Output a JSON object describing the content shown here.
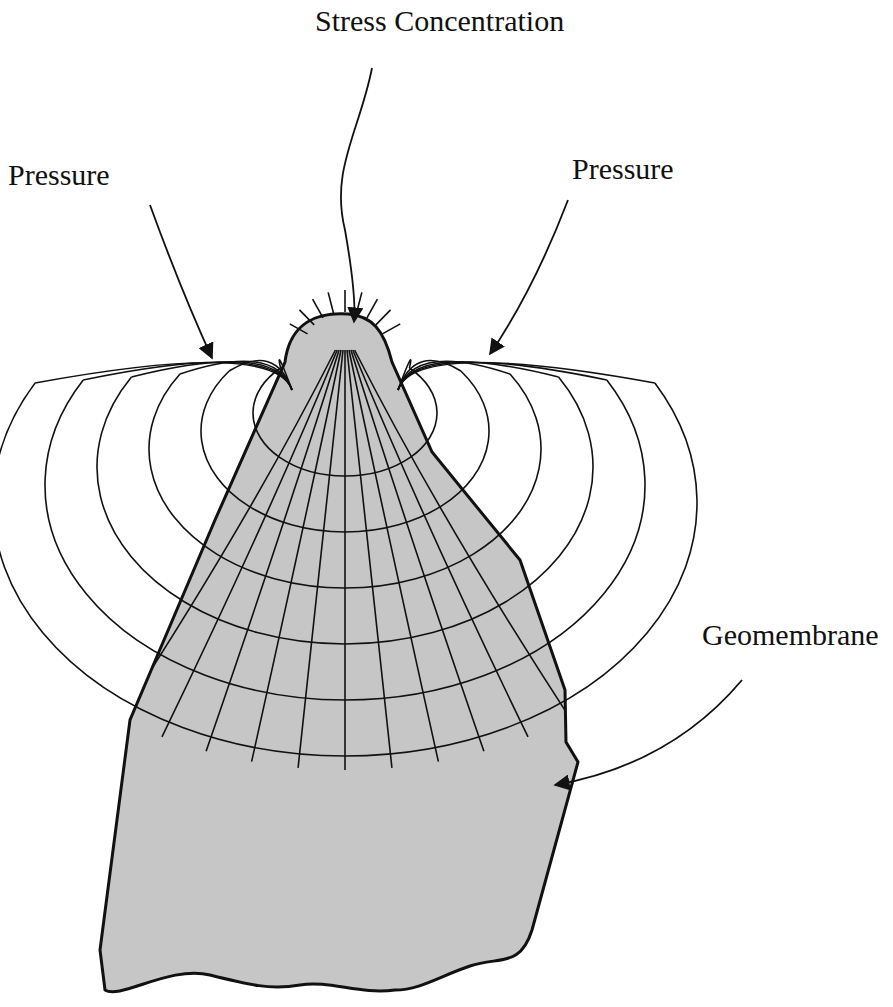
{
  "diagram": {
    "labels": [
      "Stress Concentration",
      "Pressure",
      "Pressure",
      "Geomembrane"
    ]
  }
}
